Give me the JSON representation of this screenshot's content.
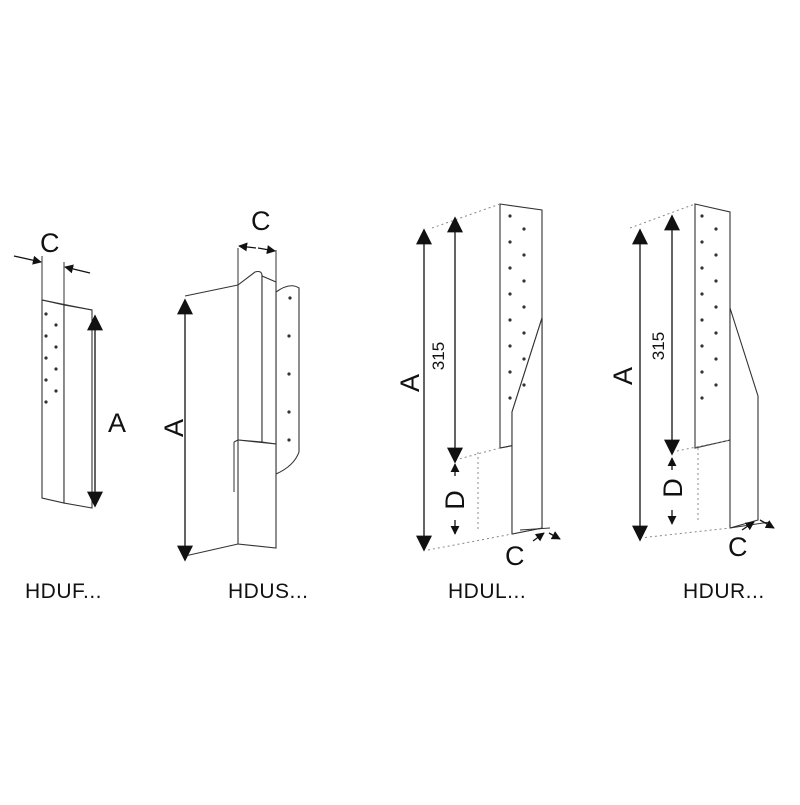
{
  "figures": [
    {
      "id": "hduf",
      "caption": "HDUF...",
      "labels": {
        "a": "A",
        "c": "C"
      }
    },
    {
      "id": "hdus",
      "caption": "HDUS...",
      "labels": {
        "a": "A",
        "c": "C"
      }
    },
    {
      "id": "hdul",
      "caption": "HDUL...",
      "labels": {
        "a": "A",
        "height": "315",
        "d": "D",
        "c": "C"
      }
    },
    {
      "id": "hdur",
      "caption": "HDUR...",
      "labels": {
        "a": "A",
        "height": "315",
        "d": "D",
        "c": "C"
      }
    }
  ]
}
